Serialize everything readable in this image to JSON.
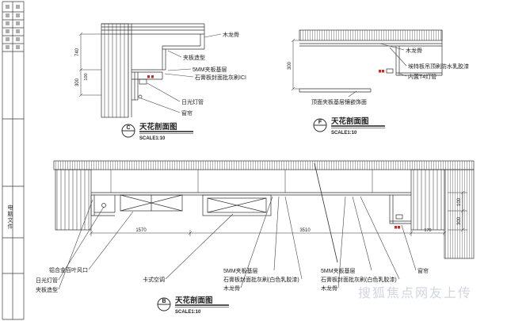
{
  "sheet": {
    "watermark": "搜狐焦点网友上传",
    "titleblock_vertical_label": "电脑文件"
  },
  "detail_c": {
    "ref": "C",
    "title": "天花剖面图",
    "scale": "SCALE1:10",
    "labels": {
      "l1": "木龙骨",
      "l2": "夹板造型",
      "l3": "5MM夹板基层",
      "l4": "石膏板封面批灰刷ICI",
      "l5": "日光灯管",
      "l6": "窗帘"
    },
    "dims": {
      "d1": "740",
      "d2": "300",
      "d3": "100"
    }
  },
  "detail_f": {
    "ref": "F",
    "title": "天花剖面图",
    "scale": "SCALE1:10",
    "labels": {
      "l1": "木龙骨",
      "l2": "埃特板吊顶刷防水乳胶漆",
      "l3": "内置T4灯管",
      "l4": "顶面夹板基层镶嵌饰面"
    },
    "dims": {
      "d1": "300"
    }
  },
  "detail_b": {
    "ref": "B",
    "title": "天花剖面图",
    "scale": "SCALE1:10",
    "labels": {
      "l1": "铝合金百叶风口",
      "l2": "日光灯管",
      "l3": "夹板造型",
      "l4": "卡式空调",
      "l5": "5MM夹板基层",
      "l6": "石膏板封面批灰刷(白色乳胶漆)",
      "l7": "木龙骨",
      "l8": "5MM夹板基层",
      "l9": "石膏板封面批灰刷(白色乳胶漆)",
      "l10": "木龙骨",
      "l11": "窗帘"
    },
    "dims": {
      "d1": "1570",
      "d2": "3510",
      "d3": "170",
      "d4": "100",
      "d5": "300"
    }
  }
}
